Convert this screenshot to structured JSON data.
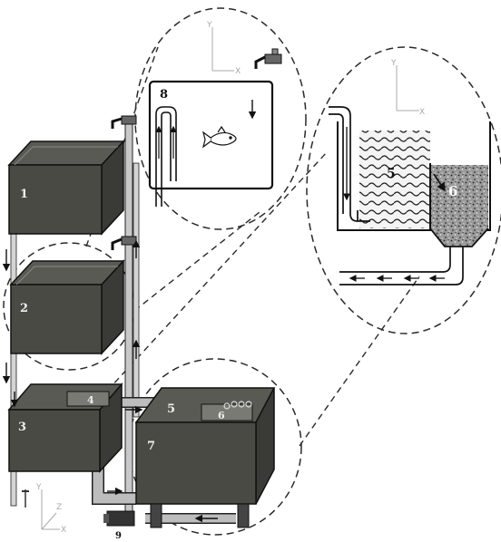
{
  "labels": {
    "tank_1": "1",
    "tank_2": "2",
    "tank_3": "3",
    "tank_4": "4",
    "tank_5": "5",
    "tank_6": "6",
    "tank_7": "7",
    "detail_8": "8",
    "pump_9": "9",
    "inset_5": "5",
    "inset_6": "6"
  },
  "axes": {
    "y": "Y",
    "x": "X",
    "z": "Z"
  },
  "colors": {
    "tank_front": "#4a4a44",
    "tank_side": "#3a3a36",
    "tank_top": "#5a5a54",
    "pipe": "#b4b4b4",
    "outline": "#161616",
    "dash": "#2a2a2a"
  }
}
